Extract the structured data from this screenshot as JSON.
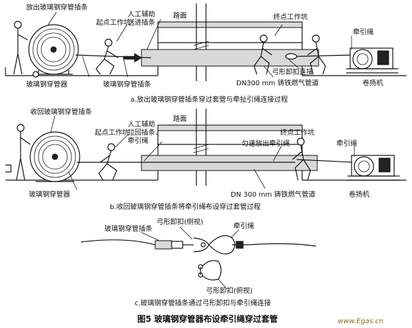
{
  "panel_a": {
    "label_release": "放出玻璃钢穿管插条",
    "label_start_pit": "起点工作坑",
    "label_assist": "人工辅助",
    "label_assist2": "送进插条",
    "label_road": "路面",
    "label_end_pit": "终点工作坑",
    "label_rope": "牵引绳",
    "label_shackle": "弓形卸扣连接",
    "label_reel": "玻璃钢穿管器",
    "label_rod": "玻璃钢穿管插条",
    "label_pipe": "DN300 mm 铸铁燃气管道",
    "label_winch": "卷扬机",
    "caption": "a.放出玻璃钢穿管插条穿过套管与牵扯引绳连接过程"
  },
  "panel_b": {
    "label_recover": "收回玻璃钢穿管插条",
    "label_start_pit": "起点工作坑",
    "label_assist": "人工辅助",
    "label_assist2": "拉回插条、",
    "label_assist3": "牵引绳",
    "label_road": "路面",
    "label_end_pit": "终点工作坑",
    "label_release_rope": "匀速放出牵引绳",
    "label_rope": "牵引绳",
    "label_reel": "玻璃钢穿管器",
    "label_pipe": "DN 300 mm 铸铁燃气管道",
    "label_winch": "卷扬机",
    "caption": "b.收回玻璃钢穿管插条将牵引绳布设穿过套管过程"
  },
  "panel_c": {
    "label_rod": "玻璃钢穿管插条",
    "label_shackle_side": "弓形卸扣(侧视)",
    "label_rope": "牵引绳",
    "label_shackle_top": "弓形卸扣(俯视)",
    "caption": "c.玻璃钢穿管插条通过弓形卸扣与牵引绳连接"
  },
  "figure_title": "图5   玻璃钢穿管器布设牵引绳穿过套管",
  "watermark": "www.Egas.cn"
}
